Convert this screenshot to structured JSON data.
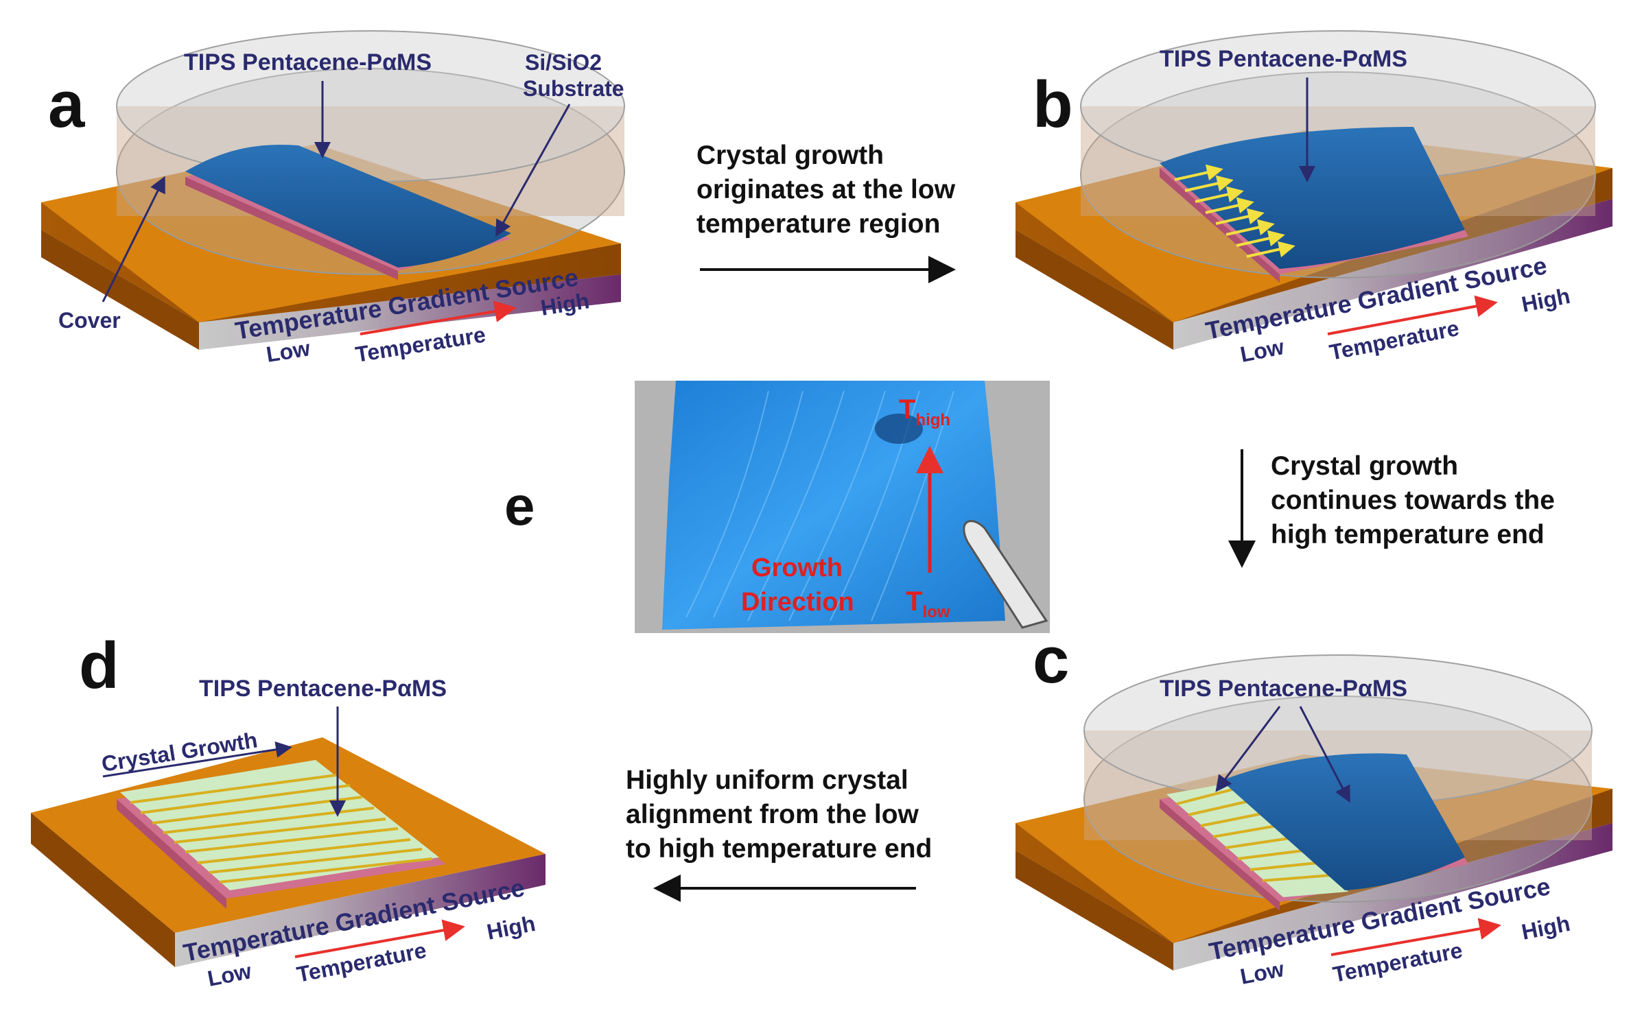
{
  "colors": {
    "base_orange": "#D9820E",
    "base_side": "#A95E08",
    "film_blue": "#1F5F9E",
    "substrate_pink": "#D07090",
    "label_navy": "#2A2A6E",
    "temp_arrow": "#E8302C",
    "crystal_green": "#CFEBC4",
    "crystal_gold": "#D8B020",
    "photo_blue": "#2E8FE0",
    "photo_text_red": "#E02020"
  },
  "panel_a": {
    "letter": "a",
    "film_label": "TIPS Pentacene-PαMS",
    "substrate_label_1": "Si/SiO2",
    "substrate_label_2": "Substrate",
    "cover_label": "Cover",
    "source_label": "Temperature Gradient Source",
    "low_label": "Low",
    "high_label": "High",
    "temp_label": "Temperature"
  },
  "panel_b": {
    "letter": "b",
    "film_label": "TIPS Pentacene-PαMS",
    "source_label": "Temperature Gradient Source",
    "low_label": "Low",
    "high_label": "High",
    "temp_label": "Temperature"
  },
  "panel_c": {
    "letter": "c",
    "film_label": "TIPS Pentacene-PαMS",
    "source_label": "Temperature Gradient Source",
    "low_label": "Low",
    "high_label": "High",
    "temp_label": "Temperature"
  },
  "panel_d": {
    "letter": "d",
    "film_label": "TIPS Pentacene-PαMS",
    "growth_label": "Crystal Growth",
    "source_label": "Temperature Gradient Source",
    "low_label": "Low",
    "high_label": "High",
    "temp_label": "Temperature"
  },
  "panel_e": {
    "letter": "e",
    "growth_line_1": "Growth",
    "growth_line_2": "Direction",
    "t_high_main": "T",
    "t_high_sub": "high",
    "t_low_main": "T",
    "t_low_sub": "low"
  },
  "step_ab": [
    "Crystal growth",
    "originates at the low",
    "temperature region"
  ],
  "step_bc": [
    "Crystal growth",
    "continues towards the",
    "high temperature end"
  ],
  "step_cd": [
    "Highly uniform crystal",
    "alignment from the low",
    "to high temperature end"
  ],
  "sio2_label": {
    "main": "Si/SiO",
    "sub": "2"
  }
}
